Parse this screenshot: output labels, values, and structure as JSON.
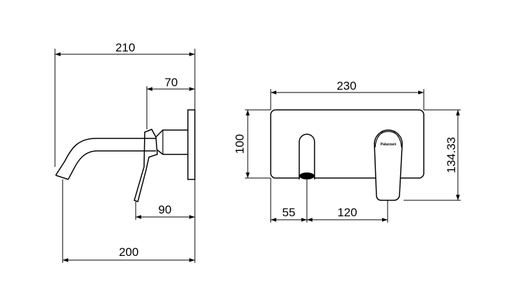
{
  "side_view": {
    "dim_total_top": "210",
    "dim_offset": "70",
    "dim_handle": "90",
    "dim_total_bottom": "200"
  },
  "front_view": {
    "dim_plate_width": "230",
    "dim_plate_height": "100",
    "dim_overall_height": "134.33",
    "dim_spout_offset": "55",
    "dim_center_distance": "120",
    "logo_text": "Palazzani"
  }
}
